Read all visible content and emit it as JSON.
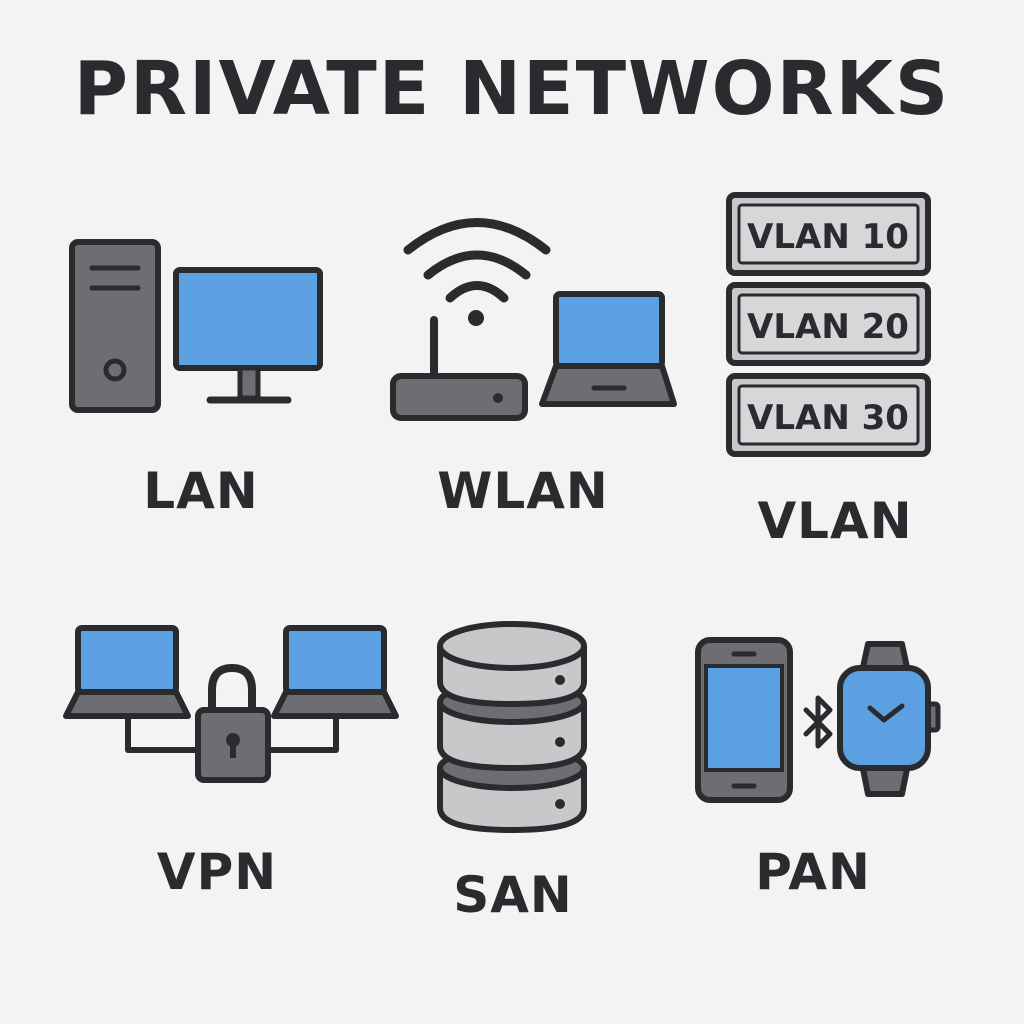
{
  "title": "PRIVATE NETWORKS",
  "colors": {
    "background": "#f3f3f3",
    "outline": "#2a2b2f",
    "screen_blue": "#5ba0e0",
    "device_gray": "#6e6e72",
    "light_gray": "#c8c8ca"
  },
  "networks": [
    {
      "id": "lan",
      "label": "LAN",
      "icons": [
        "desktop-tower-icon",
        "monitor-icon"
      ]
    },
    {
      "id": "wlan",
      "label": "WLAN",
      "icons": [
        "wifi-signal-icon",
        "router-icon",
        "laptop-icon"
      ]
    },
    {
      "id": "vlan",
      "label": "VLAN",
      "icons": [
        "vlan-stack-icon"
      ],
      "segments": [
        "VLAN 10",
        "VLAN 20",
        "VLAN 30"
      ]
    },
    {
      "id": "vpn",
      "label": "VPN",
      "icons": [
        "laptop-icon",
        "padlock-icon",
        "laptop-icon"
      ]
    },
    {
      "id": "san",
      "label": "SAN",
      "icons": [
        "database-storage-icon"
      ]
    },
    {
      "id": "pan",
      "label": "PAN",
      "icons": [
        "smartphone-icon",
        "bluetooth-icon",
        "smartwatch-icon"
      ]
    }
  ]
}
